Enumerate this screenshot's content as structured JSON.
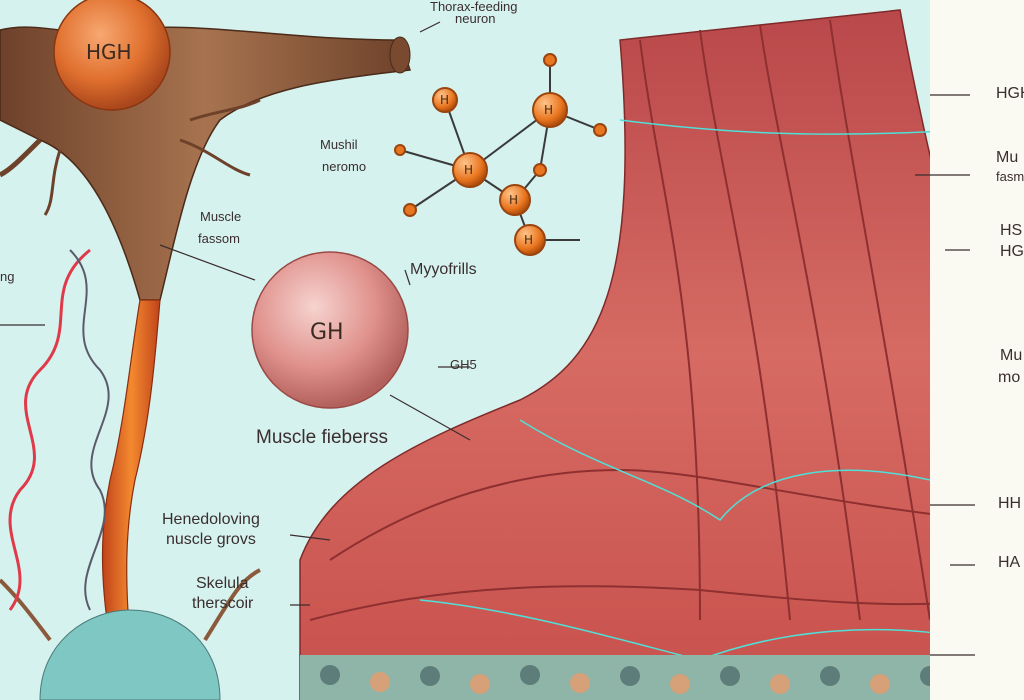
{
  "labels": {
    "top_neuron": "neuron",
    "top_neuron_prefix": "Thorax-feeding",
    "mol_label_1": "Mushil",
    "mol_label_2": "neromo",
    "muscle_fascom_1": "Muscle",
    "muscle_fascom_2": "fassom",
    "left_edge": "ng",
    "myofibrils": "Myyofrills",
    "ghb": "GH5",
    "muscle_fibers": "Muscle fieberss",
    "hendeloving_1": "Henedoloving",
    "hendeloving_2": "nuscle grovs",
    "skeletal_1": "Skelula",
    "skeletal_2": "therscoir"
  },
  "spheres": {
    "hgh": "HGH",
    "gh": "GH"
  },
  "molecule": {
    "atoms": [
      "H",
      "H",
      "H",
      "H",
      "H"
    ]
  },
  "right_labels": [
    "HGH",
    "Mu",
    "fasm",
    "HS",
    "HG",
    "Mu",
    "mo",
    "HH",
    "HA"
  ],
  "colors": {
    "background": "#d6f2ef",
    "muscle": "#c9564f",
    "neuron": "#8b5a3c",
    "hgh_sphere": "#e07a3a",
    "gh_sphere": "#d98a8a",
    "atom": "#e8751f"
  }
}
